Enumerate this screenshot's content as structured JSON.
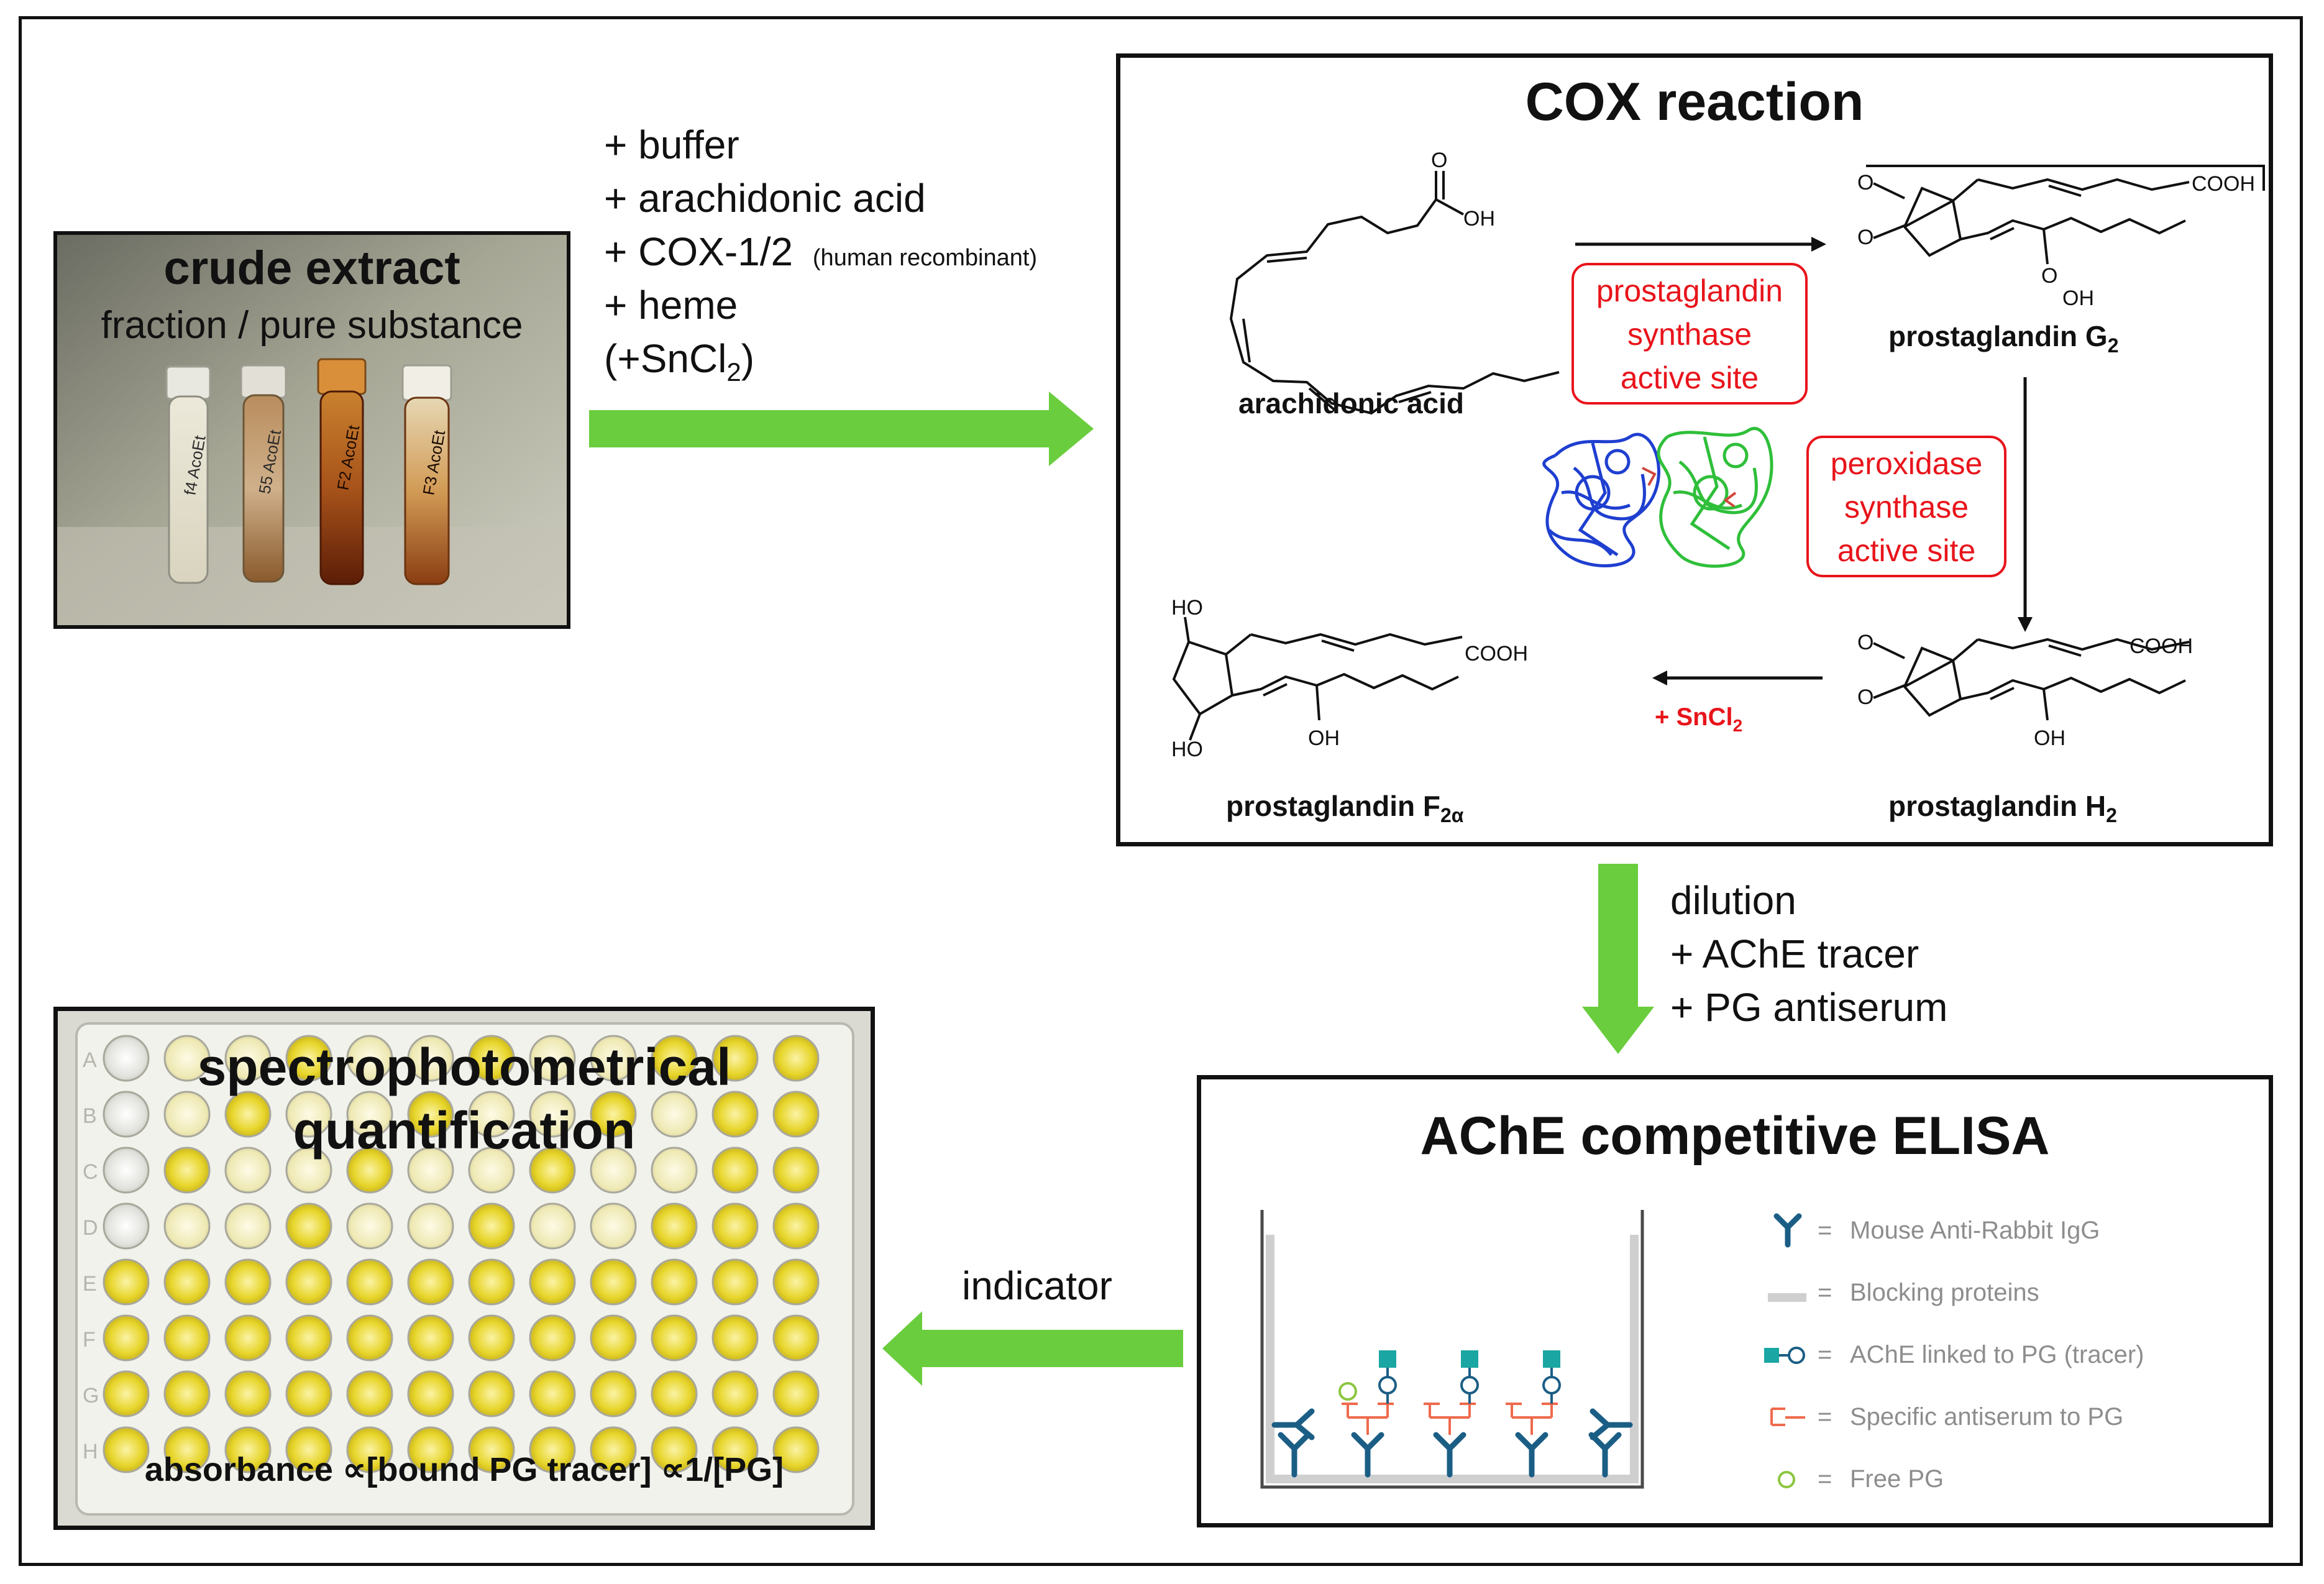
{
  "crude_extract": {
    "title": "crude extract",
    "subtitle": "fraction / pure substance",
    "tube_labels": [
      "f4 AcoEt",
      "55 AcoEt",
      "F2 AcoEt",
      "F3 AcoEt"
    ]
  },
  "additions": {
    "line1": "+ buffer",
    "line2": "+ arachidonic acid",
    "line3": "+ COX-1/2",
    "line3_note": "(human recombinant)",
    "line4": "+ heme",
    "line5_prefix": "(+SnCl",
    "line5_sub": "2",
    "line5_suffix": ")"
  },
  "cox": {
    "title": "COX reaction",
    "arachidonic_acid": "arachidonic acid",
    "pgg2_prefix": "prostaglandin G",
    "pgg2_sub": "2",
    "pgh2_prefix": "prostaglandin H",
    "pgh2_sub": "2",
    "pgf2a_prefix": "prostaglandin F",
    "pgf2a_sub": "2α",
    "site1": [
      "prostaglandin",
      "synthase",
      "active site"
    ],
    "site2": [
      "peroxidase",
      "synthase",
      "active site"
    ],
    "sncl_prefix": "+ SnCl",
    "sncl_sub": "2",
    "atoms": {
      "o": "O",
      "oh": "OH",
      "cooh": "COOH",
      "ho": "HO"
    }
  },
  "dilution": {
    "line1": "dilution",
    "line2": "+ AChE tracer",
    "line3": "+ PG antiserum"
  },
  "elisa": {
    "title": "AChE competitive ELISA",
    "legend": [
      "Mouse Anti-Rabbit IgG",
      "Blocking proteins",
      "AChE linked to PG (tracer)",
      "Specific antiserum to PG",
      "Free PG"
    ],
    "eq": "="
  },
  "indicator": "indicator",
  "spectro": {
    "title1": "spectrophotometrical",
    "title2": "quantification",
    "formula": "absorbance ∝[bound PG tracer] ∝1/[PG]",
    "row_letters": [
      "A",
      "B",
      "C",
      "D",
      "E",
      "F",
      "G",
      "H"
    ]
  },
  "colors": {
    "arrow_green": "#6acd3d",
    "site_red": "#e8141b",
    "elisa_blue": "#1b5e85",
    "tracer_teal": "#1aa6a2",
    "antiserum_red": "#ee6a4d",
    "free_pg_green": "#8cc63f",
    "well_yellow": "#e4d21c",
    "protein_blue": "#1f3fd0",
    "protein_green": "#2fbf3a"
  }
}
